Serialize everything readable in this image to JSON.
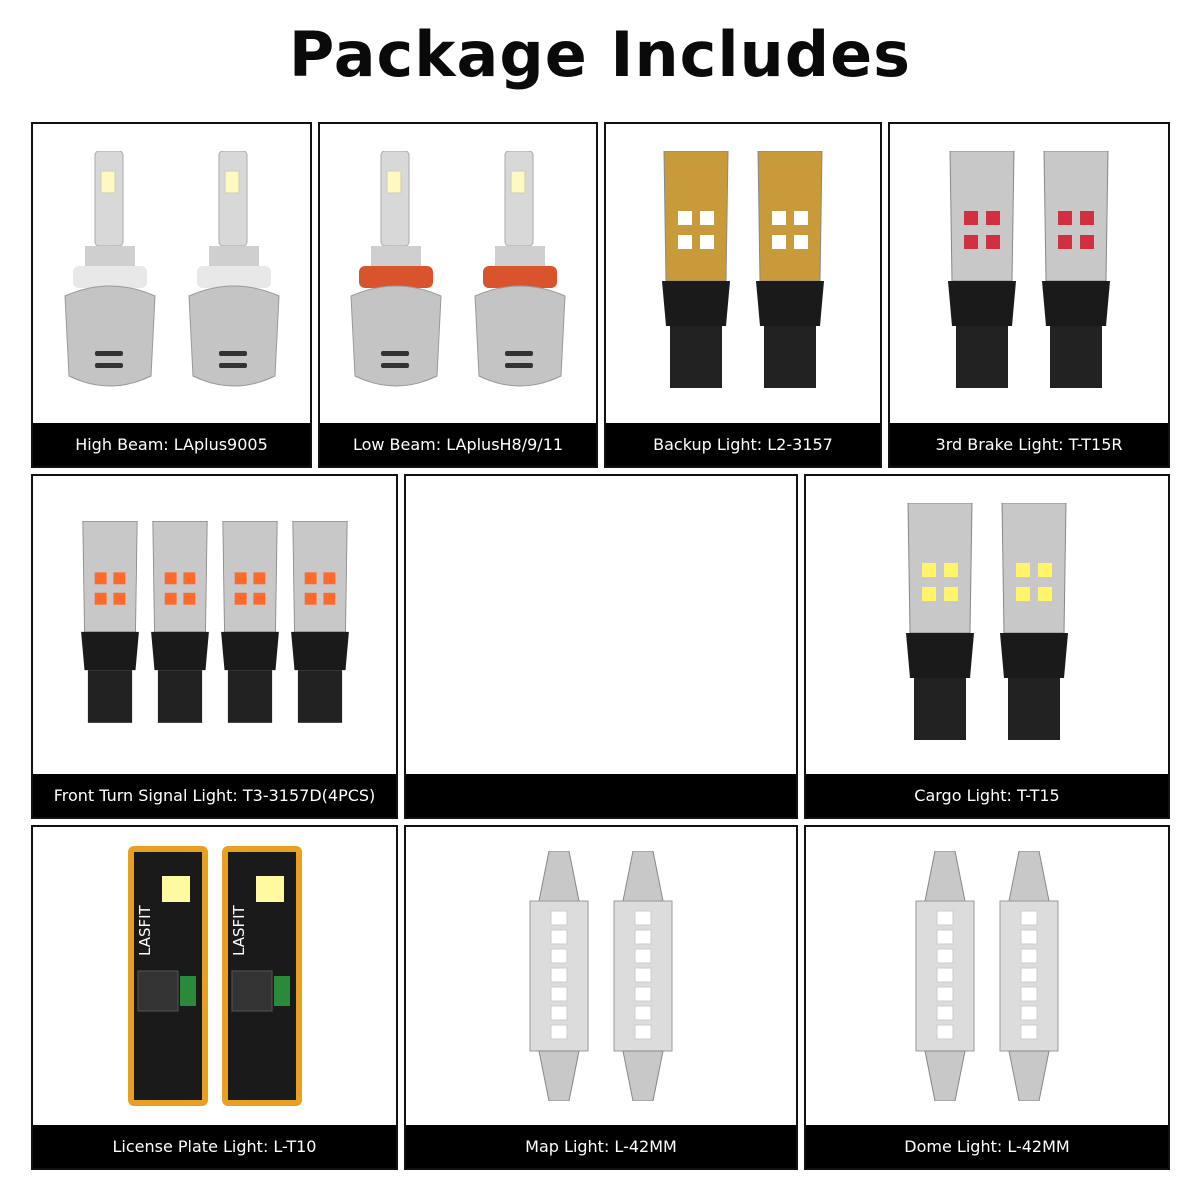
{
  "title": "Package Includes",
  "panels": [
    {
      "label": "High Beam: LAplus9005",
      "product": "headlight",
      "count": 2,
      "collar": "#e8e8e8"
    },
    {
      "label": "Low Beam: LAplusH8/9/11",
      "product": "headlight",
      "count": 2,
      "collar": "#d9542c"
    },
    {
      "label": "Backup Light: L2-3157",
      "product": "wedge-gold",
      "count": 2
    },
    {
      "label": "3rd Brake Light: T-T15R",
      "product": "wedge-red",
      "count": 2
    },
    {
      "label": "Front Turn Signal Light: T3-3157D(4PCS)",
      "product": "wedge-amber",
      "count": 4
    },
    {
      "label": "",
      "product": "none",
      "count": 0
    },
    {
      "label": "Cargo Light: T-T15",
      "product": "wedge-white",
      "count": 2
    },
    {
      "label": "License Plate Light: L-T10",
      "product": "t10-board",
      "count": 2,
      "brand": "LASFIT"
    },
    {
      "label": "Map Light: L-42MM",
      "product": "festoon",
      "count": 2
    },
    {
      "label": "Dome Light: L-42MM",
      "product": "festoon",
      "count": 2
    }
  ],
  "colors": {
    "label_bg": "#000000",
    "label_text": "#ffffff",
    "border": "#111111"
  }
}
